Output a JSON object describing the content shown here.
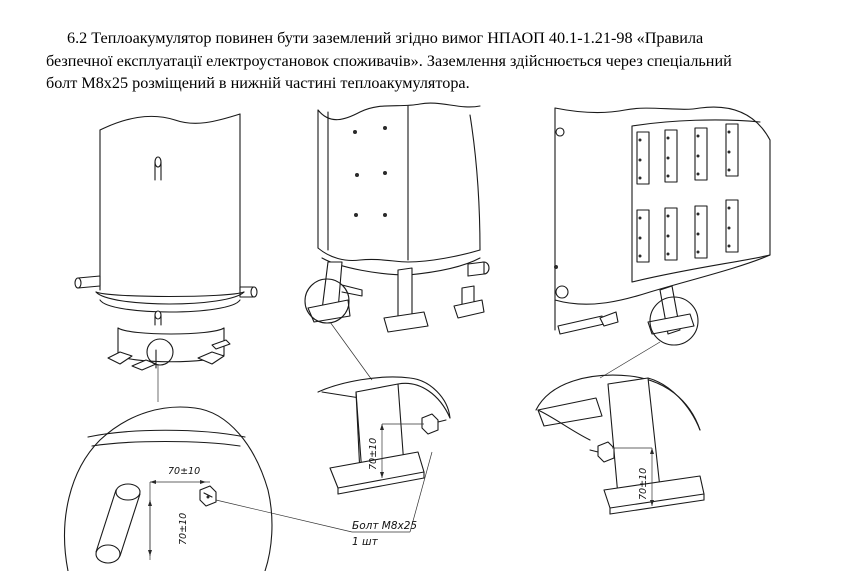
{
  "document": {
    "lines": [
      "6.2 Теплоакумулятор повинен бути заземлений згідно вимог НПАОП 40.1-1.21-98 «Правила",
      "безпечної експлуатації електроустановок споживачів». Заземлення здійснюється через спеціальний",
      "болт М8х25 розміщений в нижній частині теплоакумулятора."
    ]
  },
  "figure": {
    "dimension_label": "70±10",
    "bolt_label": "Болт М8х25",
    "quantity_label": "1 шт"
  }
}
